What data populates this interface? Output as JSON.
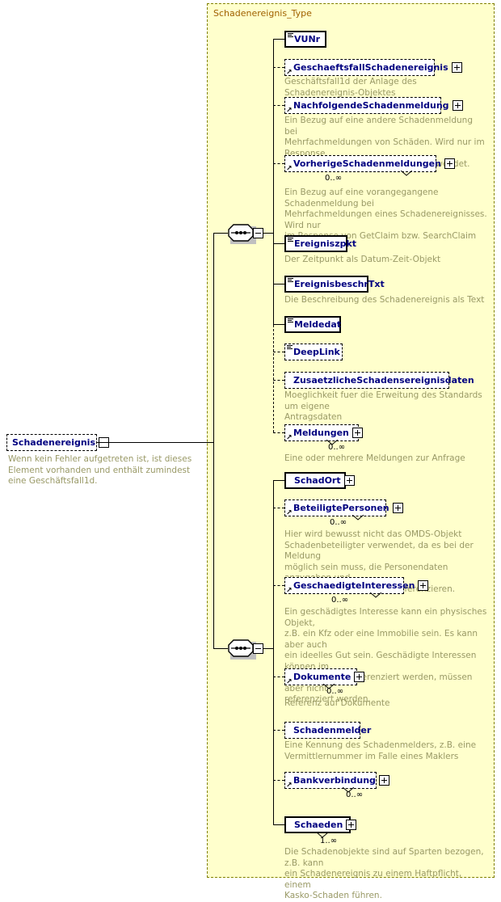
{
  "diagram": {
    "title": "Schadenereignis_Type",
    "root": {
      "label": "Schadenereignis",
      "annotation": "Wenn kein Fehler aufgetreten ist, ist dieses Element vorhanden und enthält zumindest eine Geschäftsfall1d.",
      "toggle": "minus"
    },
    "sequence_icon_1": "sequence-connector",
    "sequence_icon_2": "sequence-connector",
    "nodes": [
      {
        "id": "vunr",
        "label": "VUNr",
        "required": true,
        "expand": "none",
        "multiplicity": "",
        "annotation": ""
      },
      {
        "id": "geschaeftsfallschadenereignis",
        "label": "GeschaeftsfallSchadenereignis",
        "required": false,
        "expand": "plus",
        "multiplicity": "",
        "annotation": "Geschäftsfall1d der Anlage des Schadenereignis-Objektes"
      },
      {
        "id": "nachfolgendeschadenmeldung",
        "label": "NachfolgendeSchadenmeldung",
        "required": false,
        "expand": "plus",
        "multiplicity": "",
        "annotation": "Ein Bezug auf eine andere Schadenmeldung bei\nMehrfachmeldungen von Schäden. Wird nur im Response\nvon GetClaim bzw. SearchClaim verwendet."
      },
      {
        "id": "vorherigeschadenmeldungen",
        "label": "VorherigeSchadenmeldungen",
        "required": false,
        "expand": "plus",
        "multiplicity": "0..∞",
        "annotation": "Ein Bezug auf eine vorangegangene Schadenmeldung bei\nMehrfachmeldungen eines Schadenereignisses. Wird nur\nim Response von GetClaim bzw. SearchClaim\nverwendet."
      },
      {
        "id": "ereigniszpkt",
        "label": "Ereigniszpkt",
        "required": true,
        "expand": "none",
        "multiplicity": "",
        "annotation": "Der Zeitpunkt als Datum-Zeit-Objekt"
      },
      {
        "id": "ereignisbeschrtxt",
        "label": "EreignisbeschrTxt",
        "required": true,
        "expand": "none",
        "multiplicity": "",
        "annotation": "Die Beschreibung des Schadenereignis als Text"
      },
      {
        "id": "meldedat",
        "label": "Meldedat",
        "required": true,
        "expand": "none",
        "multiplicity": "",
        "annotation": ""
      },
      {
        "id": "deeplink",
        "label": "DeepLink",
        "required": false,
        "expand": "none",
        "multiplicity": "",
        "annotation": ""
      },
      {
        "id": "zusaetzlicheschadensereignisdaten",
        "label": "ZusaetzlicheSchadensereignisdaten",
        "required": false,
        "expand": "none",
        "multiplicity": "",
        "annotation": "Moeglichkeit fuer die Erweitung des Standards um eigene\nAntragsdaten"
      },
      {
        "id": "meldungen",
        "label": "Meldungen",
        "required": false,
        "expand": "plus",
        "multiplicity": "0..∞",
        "annotation": "Eine oder mehrere Meldungen zur Anfrage"
      },
      {
        "id": "schadort",
        "label": "SchadOrt",
        "required": true,
        "expand": "plus",
        "multiplicity": "",
        "annotation": ""
      },
      {
        "id": "beteiligtepersonen",
        "label": "BeteiligtePersonen",
        "required": false,
        "expand": "plus",
        "multiplicity": "0..∞",
        "annotation": "Hier wird bewusst nicht das OMDS-Objekt\nSchadenbeteiligter verwendet, da es bei der Meldung\nmöglich sein muss, die Personendaten anzugeben und\nnicht nur auf Personen zu referenzieren."
      },
      {
        "id": "geschaedigteinteressen",
        "label": "GeschaedigteInteressen",
        "required": false,
        "expand": "plus",
        "multiplicity": "0..∞",
        "annotation": "Ein geschädigtes Interesse kann ein physisches Objekt,\nz.B. ein Kfz oder eine Immobilie sein. Es kann aber auch\nein ideelles Gut sein. Geschädigte Interessen können im\nSchadenobjekt referenziert werden, müssen aber nicht\nreferenziert werden."
      },
      {
        "id": "dokumente",
        "label": "Dokumente",
        "required": false,
        "expand": "plus",
        "multiplicity": "0..∞",
        "annotation": "Referenz auf Dokumente"
      },
      {
        "id": "schadenmelder",
        "label": "Schadenmelder",
        "required": false,
        "expand": "none",
        "multiplicity": "",
        "annotation": "Eine Kennung des Schadenmelders, z.B. eine\nVermittlernummer im Falle eines Maklers"
      },
      {
        "id": "bankverbindung",
        "label": "Bankverbindung",
        "required": false,
        "expand": "plus",
        "multiplicity": "0..∞",
        "annotation": ""
      },
      {
        "id": "schaeden",
        "label": "Schaeden",
        "required": true,
        "expand": "plus",
        "multiplicity": "1..∞",
        "annotation": "Die Schadenobjekte sind auf Sparten bezogen, z.B. kann\nein Schadenereignis zu einem Haftpflicht, einem\nKasko-Schaden führen."
      }
    ],
    "colors": {
      "container_fill": "#ffffcc",
      "container_border": "#808000",
      "node_label": "#000080",
      "annotation": "#999966",
      "type_title": "#a06000",
      "shadow": "#c0c0c0"
    }
  }
}
